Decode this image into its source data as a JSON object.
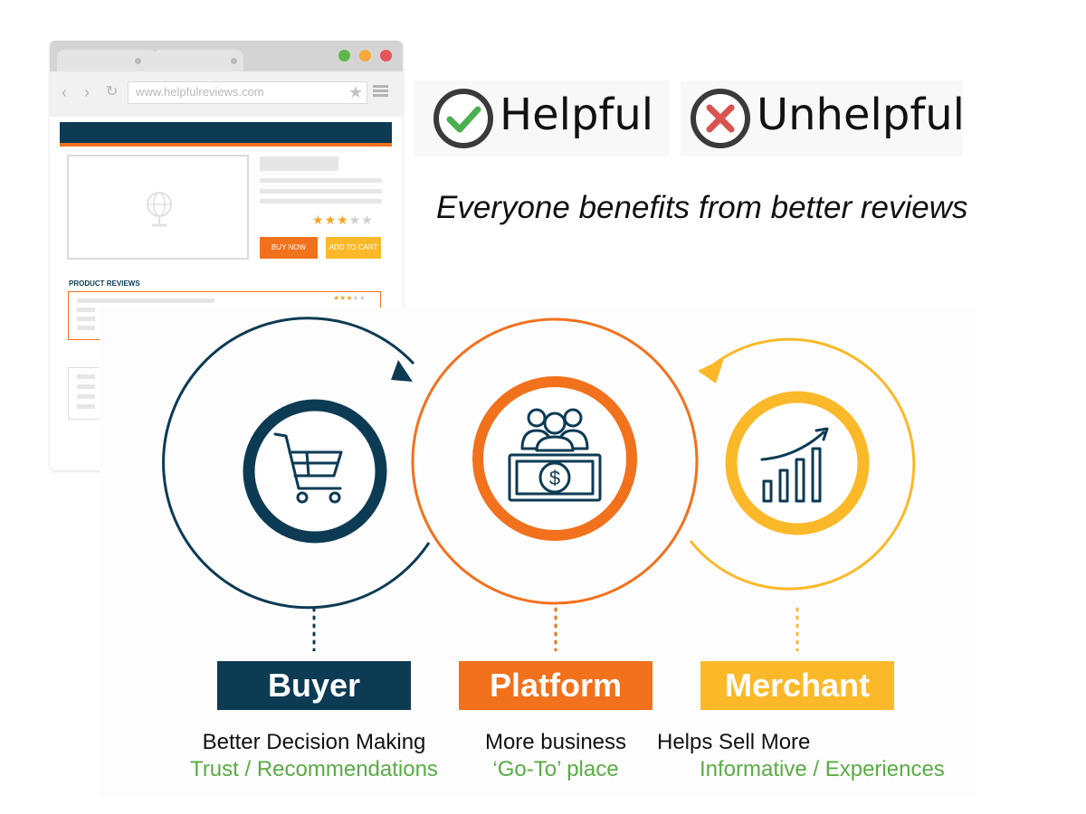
{
  "browser": {
    "url": "www.helpfulreviews.com",
    "product_stars": "★★★★★",
    "buy_now_label": "BUY NOW",
    "add_to_cart_label": "ADD TO CART",
    "reviews_heading": "PRODUCT REVIEWS",
    "review_stars": "★★★★★",
    "rating": 3,
    "max_rating": 5
  },
  "feedback": {
    "helpful_label": "Helpful",
    "unhelpful_label": "Unhelpful"
  },
  "tagline": "Everyone benefits from better reviews",
  "diagram": {
    "columns": [
      {
        "title": "Buyer",
        "line1": "Better Decision Making",
        "line2": "Trust / Recommendations",
        "color": "#0d3b54",
        "icon": "shopping-cart-icon"
      },
      {
        "title": "Platform",
        "line1": "More business",
        "line2": "‘Go-To’ place",
        "color": "#f2711c",
        "icon": "people-money-icon"
      },
      {
        "title": "Merchant",
        "line1": "Helps Sell More",
        "line2": "Informative / Experiences",
        "color": "#fbb929",
        "icon": "growth-chart-icon"
      }
    ],
    "accent_green": "#5aac45"
  },
  "colors": {
    "navy": "#0d3b54",
    "orange": "#f2711c",
    "yellow": "#fbb929",
    "check_green": "#4caf50",
    "cross_red": "#d9534f"
  }
}
